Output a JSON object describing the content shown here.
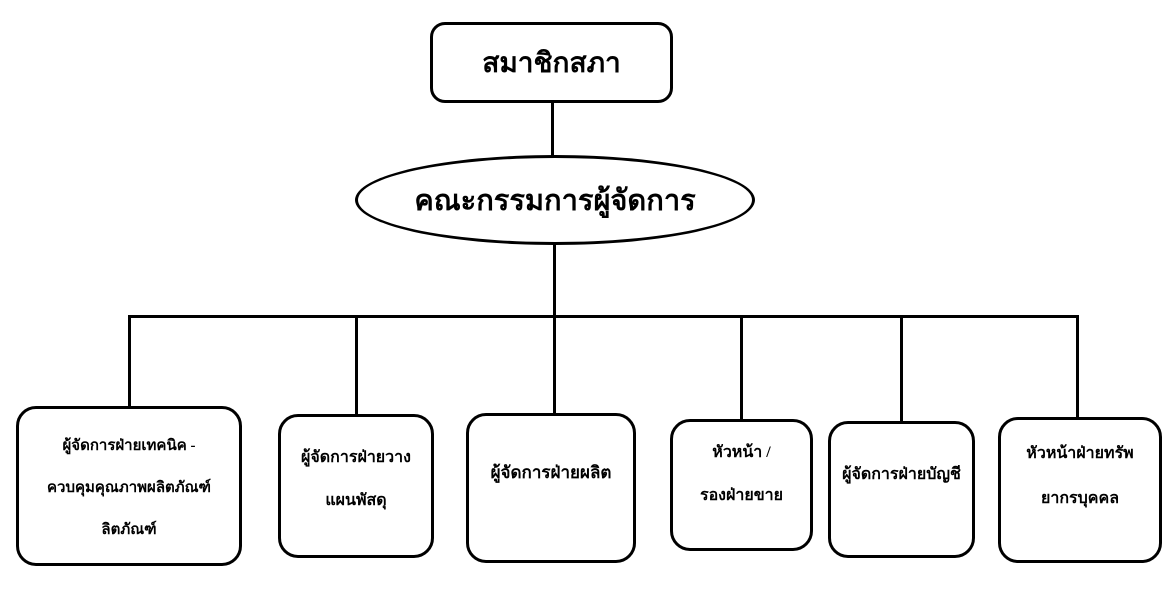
{
  "canvas": {
    "background_color": "#ffffff",
    "line_color": "#000000",
    "node_fill_color": "#ffffff",
    "node_border_color": "#000000"
  },
  "org_chart": {
    "root": {
      "label": "สมาชิกสภา"
    },
    "committee": {
      "label": "คณะกรรมการผู้จัดการ"
    },
    "departments": [
      {
        "lines": [
          "ผู้จัดการฝ่ายเทคนิค -",
          "ควบคุมคุณภาพผลิตภัณฑ์",
          "ลิตภัณฑ์"
        ]
      },
      {
        "lines": [
          "ผู้จัดการฝ่ายวาง",
          "แผนพัสดุ"
        ]
      },
      {
        "lines": [
          "ผู้จัดการฝ่ายผลิต"
        ]
      },
      {
        "lines": [
          "หัวหน้า /",
          "รองฝ่ายขาย"
        ]
      },
      {
        "lines": [
          "ผู้จัดการฝ่ายบัญชี"
        ]
      },
      {
        "lines": [
          "หัวหน้าฝ่ายทรัพ",
          "ยากรบุคคล"
        ]
      }
    ]
  }
}
